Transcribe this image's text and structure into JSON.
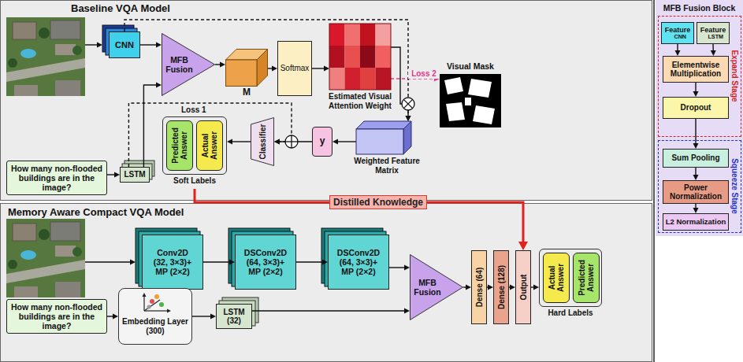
{
  "diagram": {
    "nodes": [
      {
        "text": [
          "Baseline VQA Model"
        ]
      },
      {
        "text": [
          "CNN"
        ],
        "in": 0
      },
      {
        "text": [
          "MFB Fusion"
        ],
        "in": 0
      },
      {
        "text": [
          "M"
        ],
        "in": 0
      },
      {
        "text": [
          "Softmax"
        ],
        "in": 0
      },
      {
        "text": [
          "Estimated Visual Attention Weight"
        ],
        "in": 0
      },
      {
        "text": [
          "Visual Mask"
        ],
        "in": 0
      },
      {
        "text": [
          "Weighted Feature Matrix"
        ],
        "in": 0
      },
      {
        "text": [
          "y"
        ],
        "in": 0
      },
      {
        "text": [
          "Classifier"
        ],
        "in": 0
      },
      {
        "text": [
          "Soft Labels"
        ],
        "in": 0
      },
      {
        "text": [
          "Predicted Answer"
        ],
        "in": 10
      },
      {
        "text": [
          "Actual Answer"
        ],
        "in": 10
      },
      {
        "text": [
          "How many non-flooded buildings are in the image?"
        ],
        "in": 0
      },
      {
        "text": [
          "LSTM"
        ],
        "in": 0
      },
      {
        "text": [
          "Memory Aware Compact VQA Model"
        ]
      },
      {
        "text": [
          "Conv2D (32, 3×3)+ MP (2×2)"
        ],
        "in": 15
      },
      {
        "text": [
          "DSConv2D (64, 3×3)+ MP (2×2)"
        ],
        "in": 15
      },
      {
        "text": [
          "DSConv2D (64, 3×3)+ MP (2×2)"
        ],
        "in": 15
      },
      {
        "text": [
          "MFB Fusion"
        ],
        "in": 15
      },
      {
        "text": [
          "Dense (64)"
        ],
        "in": 15
      },
      {
        "text": [
          "Dense (128)"
        ],
        "in": 15
      },
      {
        "text": [
          "Output"
        ],
        "in": 15
      },
      {
        "text": [
          "Hard Labels"
        ],
        "in": 15
      },
      {
        "text": [
          "Actual Answer"
        ],
        "in": 23
      },
      {
        "text": [
          "Predicted Answer"
        ],
        "in": 23
      },
      {
        "text": [
          "How many non-flooded buildings are in the image?"
        ],
        "in": 15
      },
      {
        "text": [
          "Embedding Layer (300)"
        ],
        "in": 15
      },
      {
        "text": [
          "LSTM (32)"
        ],
        "in": 15
      },
      {
        "text": [
          "MFB Fusion Block"
        ]
      },
      {
        "text": [
          "Expand Stage"
        ],
        "in": 29
      },
      {
        "text": [
          "Feature",
          "CNN"
        ],
        "in": 30
      },
      {
        "text": [
          "Feature",
          "LSTM"
        ],
        "in": 30
      },
      {
        "text": [
          "Elementwise Multiplication"
        ],
        "in": 30
      },
      {
        "text": [
          "Dropout"
        ],
        "in": 30
      },
      {
        "text": [
          "Squeeze Stage"
        ],
        "in": 29
      },
      {
        "text": [
          "Sum Pooling"
        ],
        "in": 35
      },
      {
        "text": [
          "Power Normalization"
        ],
        "in": 35
      },
      {
        "text": [
          "L2 Normalization"
        ],
        "in": 35
      }
    ],
    "edges": [
      {
        "from": 1,
        "to": 2,
        "arrow": "to"
      },
      {
        "from": 14,
        "to": 2,
        "arrow": "to"
      },
      {
        "from": 13,
        "to": 14,
        "arrow": "to"
      },
      {
        "from": 2,
        "to": 3,
        "arrow": "to"
      },
      {
        "from": 3,
        "to": 4,
        "arrow": "to"
      },
      {
        "from": 4,
        "to": 5,
        "arrow": "to"
      },
      {
        "from": 5,
        "to": 6,
        "arrow": "to",
        "label": "Loss 2"
      },
      {
        "from": 5,
        "to": 7,
        "arrow": "to"
      },
      {
        "from": 1,
        "to": 7,
        "arrow": "to"
      },
      {
        "from": 7,
        "to": 8,
        "arrow": "to"
      },
      {
        "from": 8,
        "to": 9,
        "arrow": "to"
      },
      {
        "from": 14,
        "to": 9,
        "arrow": "to"
      },
      {
        "from": 9,
        "to": 10,
        "arrow": "to"
      },
      {
        "from": 10,
        "to": 22,
        "arrow": "to",
        "label": "Distilled Knowledge"
      },
      {
        "from": 16,
        "to": 17,
        "arrow": "to"
      },
      {
        "from": 17,
        "to": 18,
        "arrow": "to"
      },
      {
        "from": 18,
        "to": 19,
        "arrow": "to"
      },
      {
        "from": 26,
        "to": 27,
        "arrow": "to"
      },
      {
        "from": 27,
        "to": 28,
        "arrow": "to"
      },
      {
        "from": 28,
        "to": 19,
        "arrow": "to"
      },
      {
        "from": 19,
        "to": 20,
        "arrow": "to"
      },
      {
        "from": 20,
        "to": 21,
        "arrow": "to"
      },
      {
        "from": 21,
        "to": 22,
        "arrow": "to"
      },
      {
        "from": 22,
        "to": 23,
        "arrow": "to"
      },
      {
        "from": 31,
        "to": 33,
        "arrow": "to"
      },
      {
        "from": 32,
        "to": 33,
        "arrow": "to"
      },
      {
        "from": 33,
        "to": 34,
        "arrow": "to"
      },
      {
        "from": 34,
        "to": 36,
        "arrow": "to"
      },
      {
        "from": 36,
        "to": 37,
        "arrow": "to"
      },
      {
        "from": 37,
        "to": 38,
        "arrow": "to"
      }
    ],
    "labels": [
      "Loss 1"
    ]
  }
}
